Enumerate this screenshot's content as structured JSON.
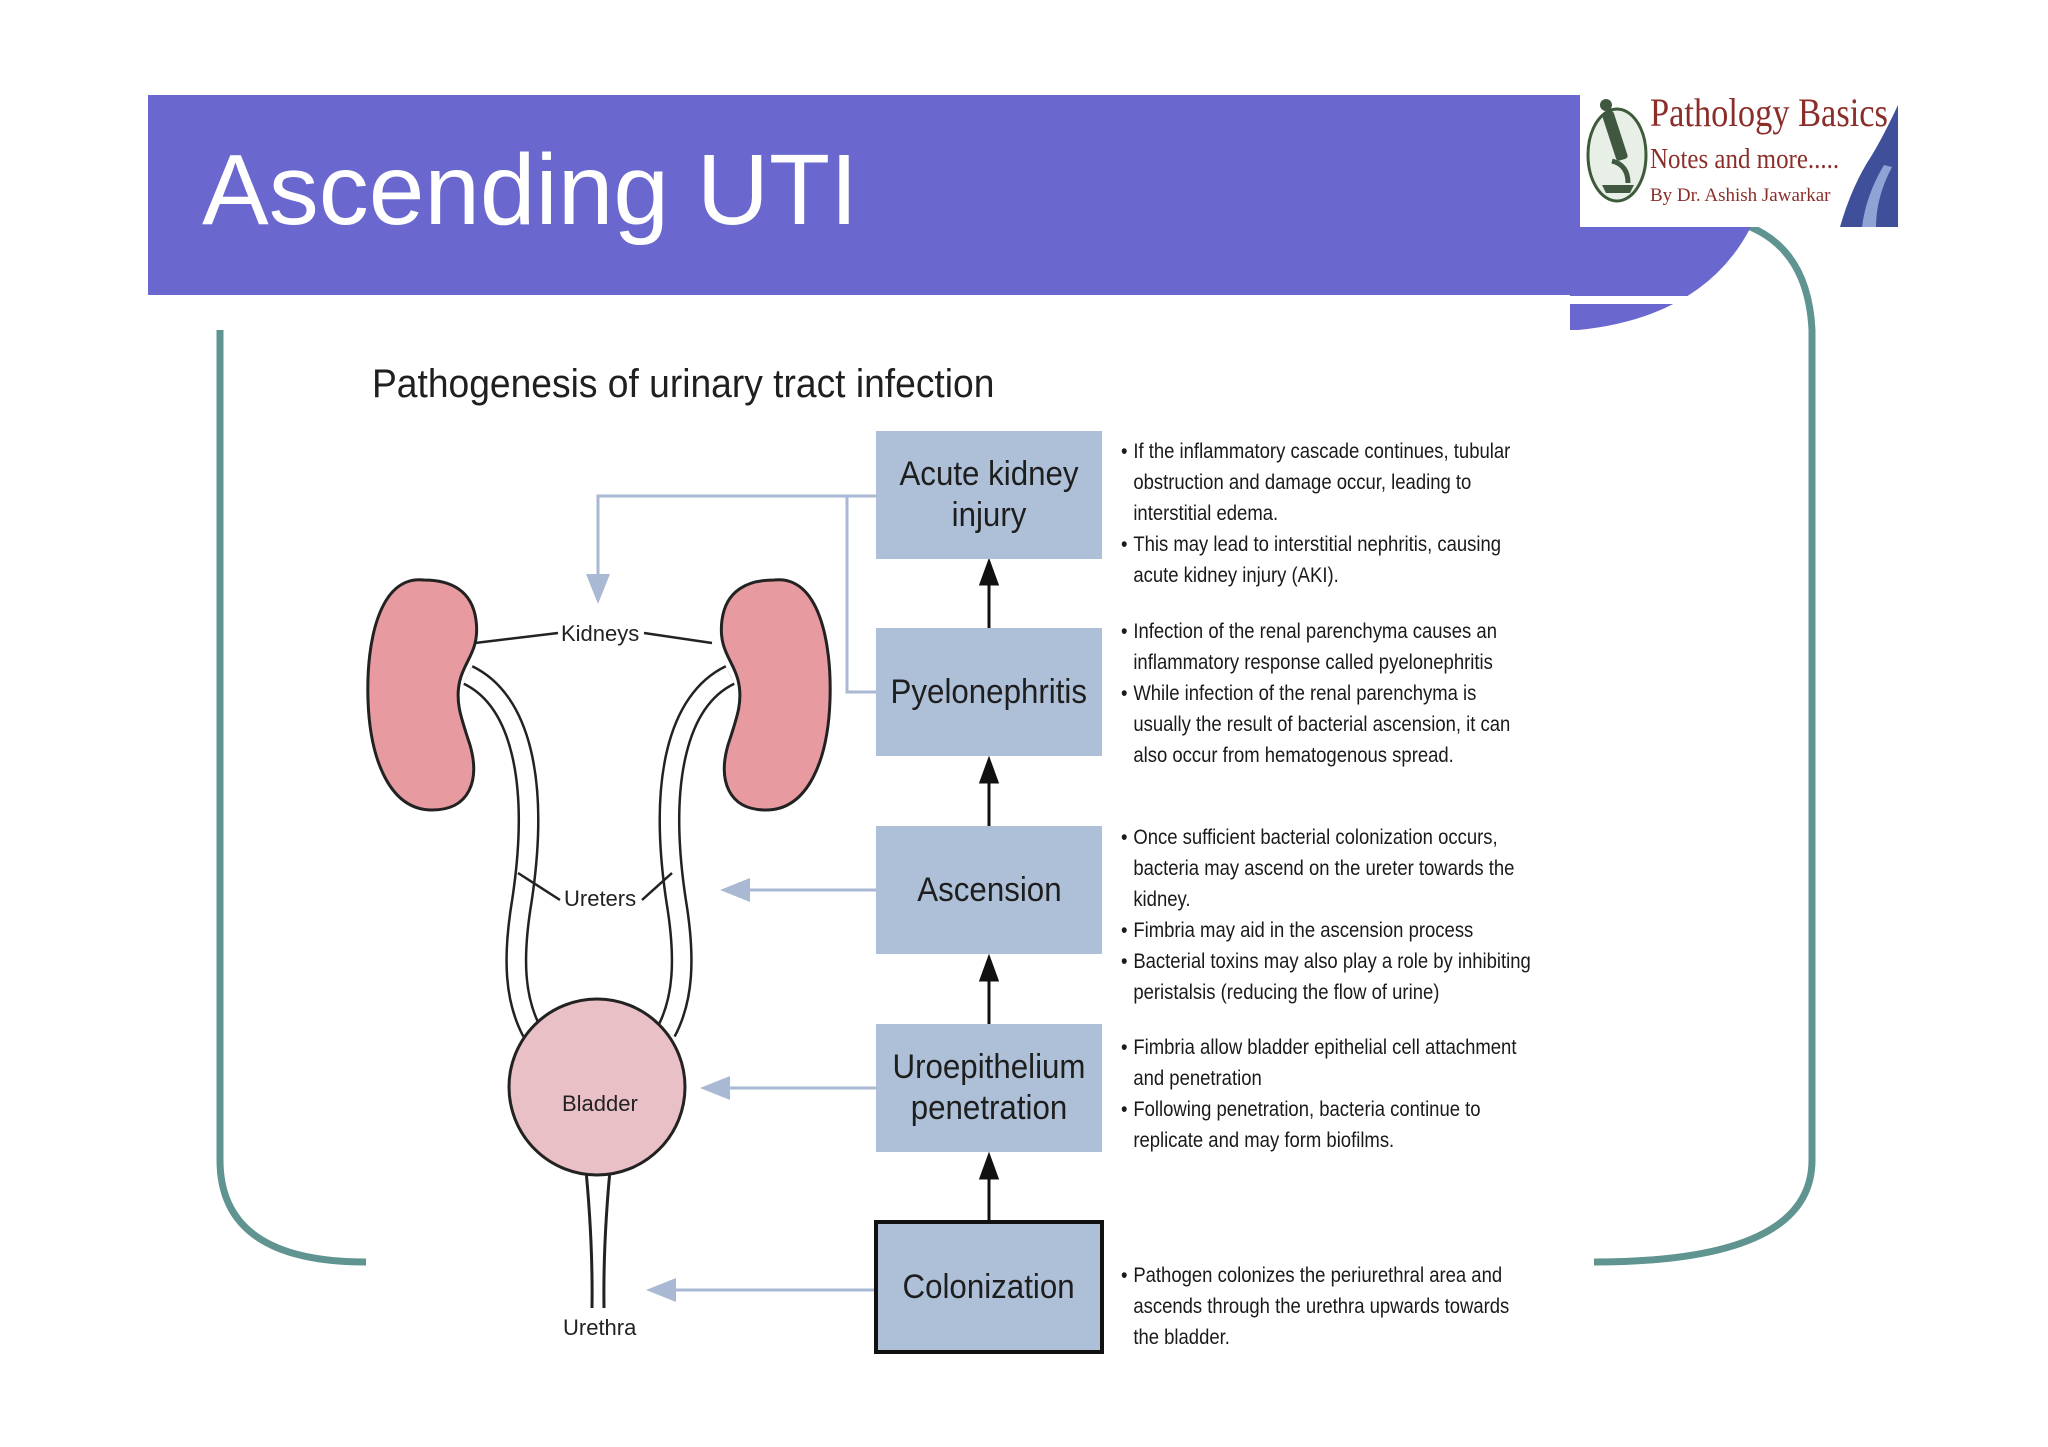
{
  "slide": {
    "title": "Ascending UTI"
  },
  "logo": {
    "title": "Pathology Basics",
    "subtitle": "Notes and more.....",
    "author": "By Dr. Ashish Jawarkar"
  },
  "diagram": {
    "title": "Pathogenesis of urinary tract infection",
    "anatomy_labels": {
      "kidneys": "Kidneys",
      "ureters": "Ureters",
      "bladder": "Bladder",
      "urethra": "Urethra"
    },
    "stages": [
      {
        "label": "Acute kidney injury",
        "notes": [
          "If the inflammatory cascade continues, tubular obstruction and damage occur, leading to interstitial edema.",
          "This may lead to interstitial nephritis, causing acute kidney injury (AKI)."
        ]
      },
      {
        "label": "Pyelonephritis",
        "notes": [
          "Infection of the renal parenchyma causes an inflammatory response called pyelonephritis",
          "While infection of the renal parenchyma is usually the result of bacterial ascension, it can also occur from hematogenous spread."
        ]
      },
      {
        "label": "Ascension",
        "notes": [
          "Once sufficient bacterial colonization occurs, bacteria may ascend on the ureter towards the kidney.",
          "Fimbria may aid in the ascension process",
          "Bacterial toxins may also play a role by inhibiting peristalsis (reducing the flow of urine)"
        ]
      },
      {
        "label": "Uroepithelium penetration",
        "notes": [
          "Fimbria allow bladder epithelial cell attachment and penetration",
          "Following penetration, bacteria continue to replicate and may form biofilms."
        ]
      },
      {
        "label": "Colonization",
        "notes": [
          "Pathogen colonizes the periurethral area and ascends through the urethra upwards towards the bladder."
        ]
      }
    ]
  },
  "colors": {
    "title_band": "#6a68cf",
    "frame": "#5f9490",
    "stage_box": "#aec0d8",
    "arrow": "#a9b9d3",
    "kidney": "#e89aa1",
    "bladder": "#e9c0c6"
  }
}
